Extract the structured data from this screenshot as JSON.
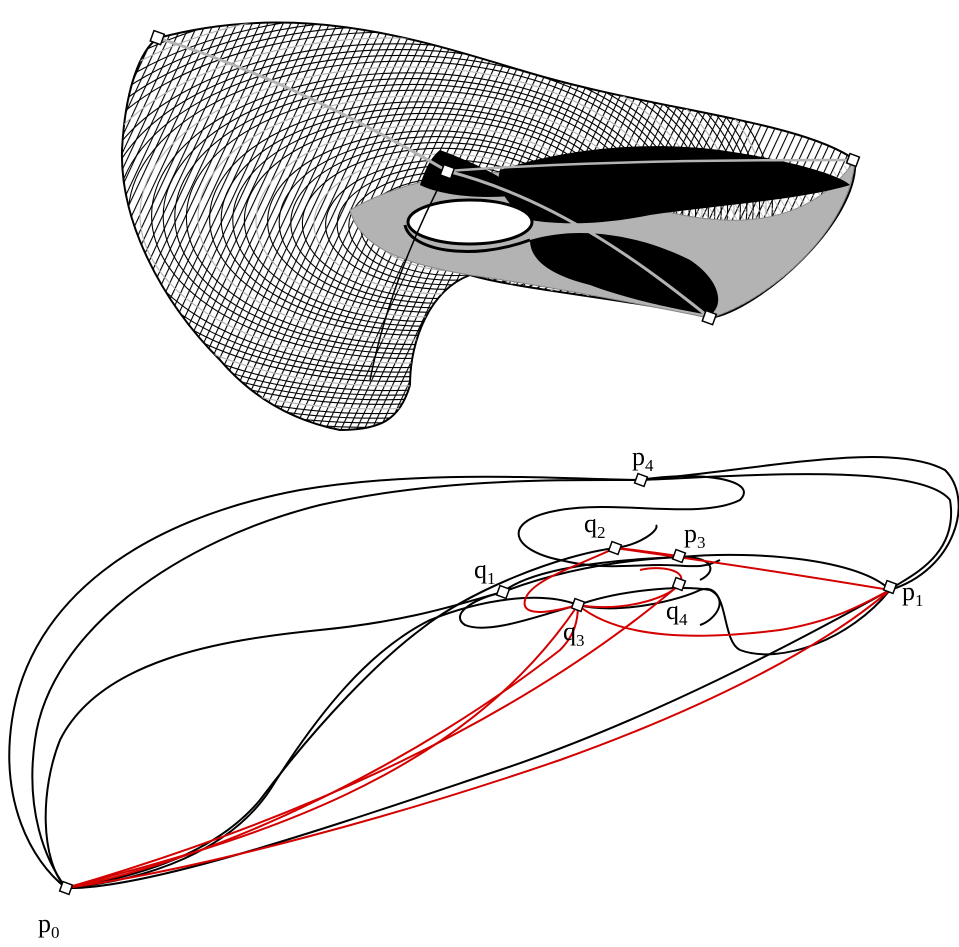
{
  "top_figure": {
    "colors": {
      "primary": "#000000",
      "secondary": "#b3b3b3"
    }
  },
  "bottom_figure": {
    "colors": {
      "curve": "#000000",
      "highlight": "#d40000"
    },
    "points": [
      {
        "id": "p0",
        "base": "p",
        "sub": "0"
      },
      {
        "id": "p1",
        "base": "p",
        "sub": "1"
      },
      {
        "id": "p3",
        "base": "p",
        "sub": "3"
      },
      {
        "id": "p4",
        "base": "p",
        "sub": "4"
      },
      {
        "id": "q1",
        "base": "q",
        "sub": "1"
      },
      {
        "id": "q2",
        "base": "q",
        "sub": "2"
      },
      {
        "id": "q3",
        "base": "q",
        "sub": "3"
      },
      {
        "id": "q4",
        "base": "q",
        "sub": "4"
      }
    ]
  }
}
